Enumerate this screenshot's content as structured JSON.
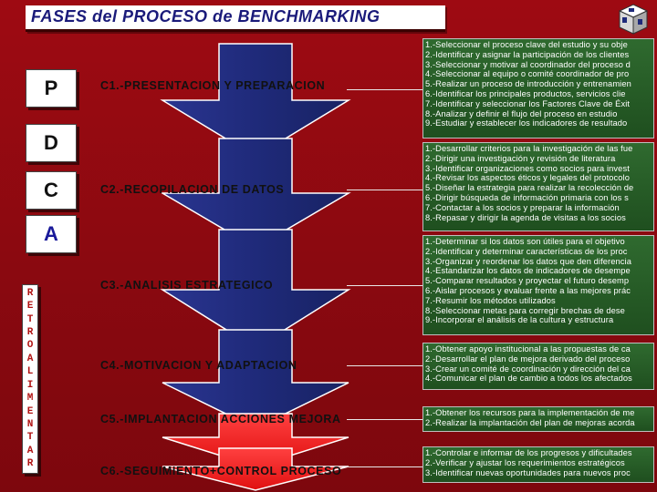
{
  "title": "FASES del PROCESO de BENCHMARKING",
  "logo_icon": "cube-logo-icon",
  "pdca": [
    "P",
    "D",
    "C",
    "A"
  ],
  "retro_letters": [
    "R",
    "E",
    "T",
    "R",
    "O",
    "A",
    "L",
    "I",
    "M",
    "E",
    "N",
    "T",
    "A",
    "R"
  ],
  "colors": {
    "background": "#8a0910",
    "arrow_blue": "#1f2a7a",
    "arrow_red": "#ff2020",
    "step_box": "#2a5e2a"
  },
  "phases": [
    {
      "label": "C1.-PRESENTACION Y PREPARACION",
      "steps": [
        "1.-Seleccionar el proceso clave del estudio  y su obje",
        "2.-Identificar y asignar la participación de los clientes",
        "3.-Seleccionar y motivar al coordinador del proceso d",
        "4.-Seleccionar al equipo o comité coordinador de pro",
        "5.-Realizar un proceso de introducción y entrenamien",
        "6.-Identificar los principales productos, servicios  clie",
        "7.-Identificar y seleccionar los Factores Clave de Éxit",
        "8.-Analizar y definir el flujo del proceso en estudio",
        "9.-Estudiar y establecer los  indicadores de resultado"
      ]
    },
    {
      "label": "C2.-RECOPILACION DE DATOS",
      "steps": [
        "1.-Desarrollar criterios para la investigación de las fue",
        "2.-Dirigir una investigación y revisión de literatura",
        "3.-Identificar organizaciones como socios para invest",
        "4.-Revisar los aspectos éticos y legales del protocolo",
        "5.-Diseñar la estrategia para realizar la recolección de",
        "6.-Dirigir  búsqueda de información primaria con los  s",
        "7.-Contactar a los socios y preparar la información",
        "8.-Repasar y dirigir la agenda de visitas a los socios"
      ]
    },
    {
      "label": "C3.-ANALISIS ESTRATEGICO",
      "steps": [
        "1.-Determinar si los datos son útiles para el objetivo",
        "2.-Identificar y determinar  características de los proc",
        "3.-Organizar y reordenar los datos que den diferencia",
        "4.-Estandarizar los datos de indicadores de desempe",
        "5.-Comparar  resultados y proyectar el futuro desemp",
        "6.-Aislar procesos y evaluar frente a las  mejores prác",
        "7.-Resumir los métodos utilizados",
        "8.-Seleccionar  metas para corregir  brechas de dese",
        "9.-Incorporar el análisis de la cultura y estructura"
      ]
    },
    {
      "label": "C4.-MOTIVACION Y ADAPTACION",
      "steps": [
        "1.-Obtener apoyo institucional a las propuestas de ca",
        "2.-Desarrollar el plan de mejora derivado del proceso",
        "3.-Crear un comité de coordinación y dirección del ca",
        "4.-Comunicar el plan de cambio a todos los afectados"
      ]
    },
    {
      "label": "C5.-IMPLANTACION ACCIONES MEJORA",
      "steps": [
        "1.-Obtener los recursos para la implementación de  me",
        "2.-Realizar la implantación del plan de mejoras acorda"
      ]
    },
    {
      "label": "C6.-SEGUIMIENTO+CONTROL PROCESO",
      "steps": [
        "1.-Controlar e informar de los progresos y dificultades",
        "2.-Verificar y ajustar los  requerimientos estratégicos",
        "3.-Identificar nuevas oportunidades para nuevos proc"
      ]
    }
  ]
}
